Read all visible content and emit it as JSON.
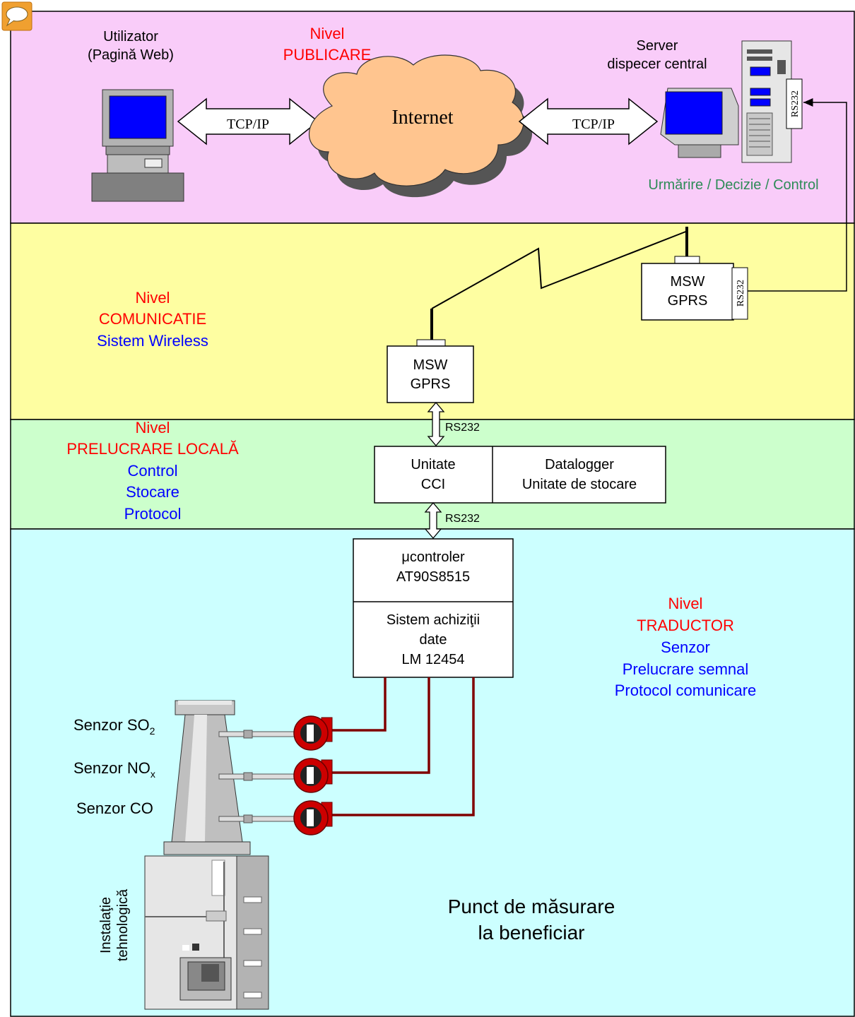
{
  "colors": {
    "band_publicare": "#f9ccf9",
    "band_comunicatie": "#fefea1",
    "band_prelucrare": "#ccffcc",
    "band_traductor": "#ccffff",
    "level_red": "#ff0000",
    "level_blue": "#0000ff",
    "server_caption_green": "#2e8b57",
    "wire_dark_red": "#800000",
    "transducer_red": "#cc0000",
    "cloud": "#ffc58f"
  },
  "icons": [
    "speech-bubble-icon",
    "desktop-computer-icon",
    "server-tower-icon",
    "crt-monitor-icon",
    "cloud-icon",
    "antenna-icon",
    "chimney-icon",
    "sensor-transducer-icon",
    "industrial-installation-icon"
  ],
  "levels": {
    "publicare": {
      "line1": "Nivel",
      "line2": "PUBLICARE"
    },
    "comunicatie": {
      "line1": "Nivel",
      "line2": "COMUNICATIE",
      "line3": "Sistem Wireless"
    },
    "prelucrare": {
      "line1": "Nivel",
      "line2": "PRELUCRARE LOCALĂ",
      "line3": "Control",
      "line4": "Stocare",
      "line5": "Protocol"
    },
    "traductor": {
      "line1": "Nivel",
      "line2": "TRADUCTOR",
      "line3": "Senzor",
      "line4": "Prelucrare semnal",
      "line5": "Protocol comunicare"
    }
  },
  "user": {
    "line1": "Utilizator",
    "line2": "(Pagină Web)"
  },
  "server": {
    "line1": "Server",
    "line2": "dispecer central",
    "caption": "Urmărire / Decizie / Control",
    "port": "RS232"
  },
  "internet": "Internet",
  "links": {
    "tcp_left": "TCP/IP",
    "tcp_right": "TCP/IP",
    "rs232_top": "RS232",
    "rs232_bottom": "RS232"
  },
  "modem_server": {
    "line1": "MSW",
    "line2": "GPRS",
    "port": "RS232"
  },
  "modem_local": {
    "line1": "MSW",
    "line2": "GPRS"
  },
  "cci": {
    "line1": "Unitate",
    "line2": "CCI"
  },
  "datalogger": {
    "line1": "Datalogger",
    "line2": "Unitate de stocare"
  },
  "controller": {
    "line1": "μcontroler",
    "line2": "AT90S8515"
  },
  "acquisition": {
    "line1": "Sistem achiziţii",
    "line2": "date",
    "line3": "LM 12454"
  },
  "sensors": {
    "so2": {
      "label": "Senzor SO",
      "sub": "2"
    },
    "nox": {
      "label": "Senzor NO",
      "sub": "x"
    },
    "co": {
      "label": "Senzor CO"
    }
  },
  "installation": {
    "line1": "Instalaţie",
    "line2": "tehnologică"
  },
  "measurement_point": {
    "line1": "Punct de măsurare",
    "line2": "la beneficiar"
  }
}
